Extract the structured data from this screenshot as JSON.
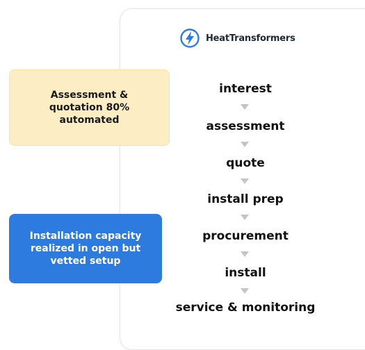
{
  "brand": {
    "name": "HeatTransformers",
    "icon": "lightning-bolt-icon",
    "accent": "#2e7be0"
  },
  "steps": [
    "interest",
    "assessment",
    "quote",
    "install prep",
    "procurement",
    "install",
    "service & monitoring"
  ],
  "callouts": {
    "assessment": {
      "text": "Assessment &\nquotation 80%\nautomated",
      "color": "#fcedc4"
    },
    "installation": {
      "text": "Installation capacity\nrealized in open but\nvetted setup",
      "color": "#2e7be0"
    }
  }
}
